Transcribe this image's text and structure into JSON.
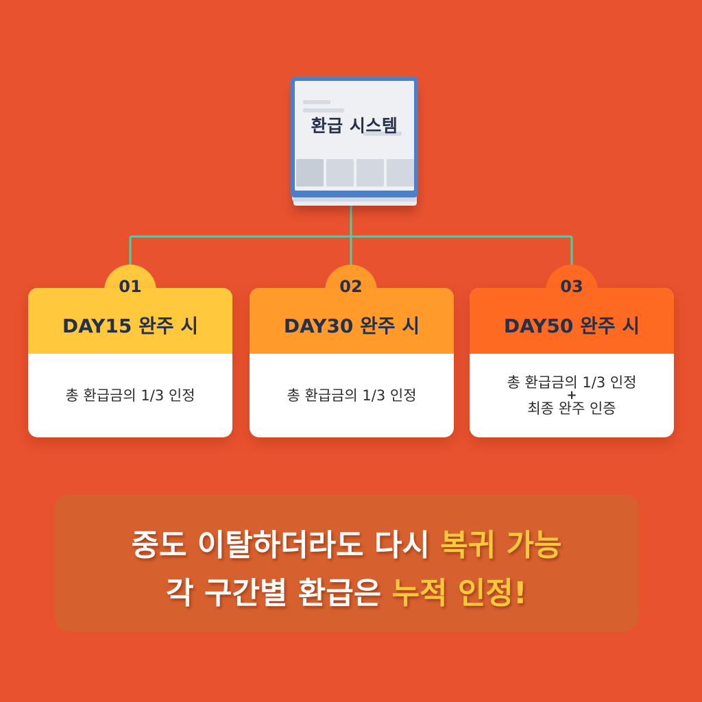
{
  "system": {
    "title": "환급 시스템",
    "icon": "book-screen-icon",
    "frame_color": "#4d7fc8"
  },
  "connector_color": "#46D3A8",
  "steps": [
    {
      "number": "01",
      "title": "DAY15 완주 시",
      "body": [
        "총 환급금의 1/3 인정"
      ],
      "color": "#FFC83D"
    },
    {
      "number": "02",
      "title": "DAY30 완주 시",
      "body": [
        "총 환급금의 1/3 인정"
      ],
      "color": "#FF9A2B"
    },
    {
      "number": "03",
      "title": "DAY50 완주 시",
      "body": [
        "총 환급금의 1/3 인정",
        "+",
        "최종 완주 인증"
      ],
      "color": "#FF6A22"
    }
  ],
  "banner": {
    "line1": {
      "plain": "중도 이탈하더라도 다시 ",
      "highlight": "복귀 가능"
    },
    "line2": {
      "plain": "각 구간별 환급은 ",
      "highlight": "누적 인정",
      "suffix": "!"
    },
    "highlight_color": "#FFC93C"
  },
  "background_color": "#E9522E"
}
